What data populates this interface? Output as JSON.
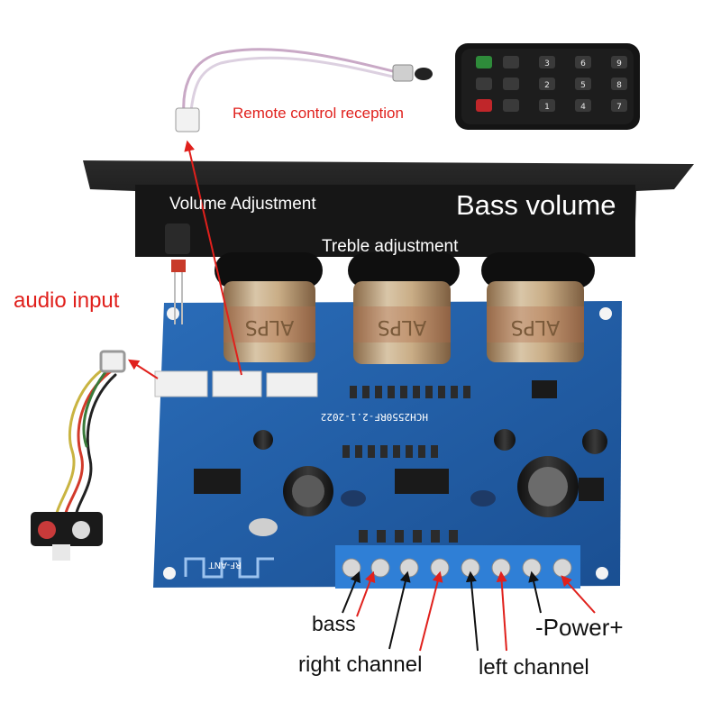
{
  "labels": {
    "remote": "Remote control reception",
    "volume": "Volume Adjustment",
    "bass_volume": "Bass volume",
    "treble": "Treble adjustment",
    "audio_input": "audio input",
    "bass": "bass",
    "right_channel": "right channel",
    "left_channel": "left channel",
    "power": "-Power+"
  },
  "board_markings": {
    "model": "HCH2550RF-2.1-2022",
    "antenna": "RF-ANT",
    "knob_brand": "ALPS"
  },
  "remote_keys": [
    "",
    "",
    "3",
    "6",
    "9",
    "",
    "",
    "2",
    "5",
    "8",
    "",
    "",
    "1",
    "4",
    "7"
  ],
  "colors": {
    "pcb": "#1f5fa8",
    "terminal_block": "#2f7fd6",
    "label_red": "#e0201c",
    "label_black": "#111111",
    "front_panel": "#1c1c1c"
  }
}
